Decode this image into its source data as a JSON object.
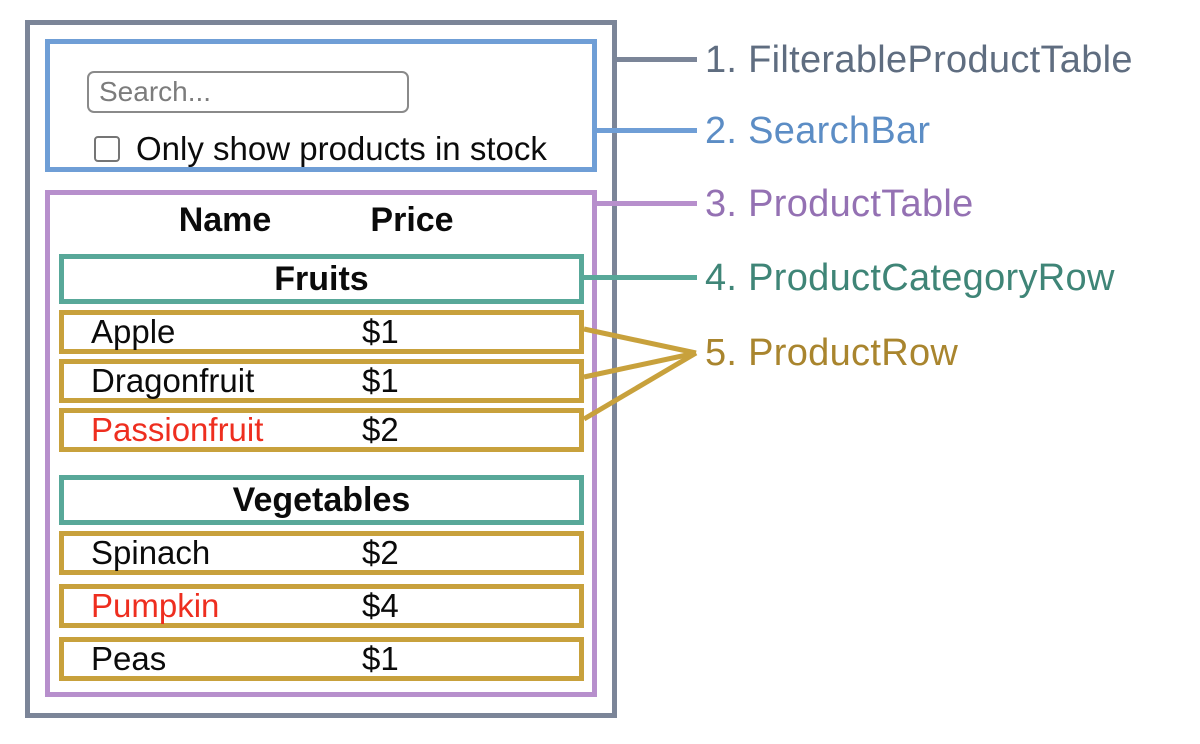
{
  "components": {
    "filterable_product_table": {
      "label": "1. FilterableProductTable",
      "text_color": "#5f6d80",
      "border_color": "#7b8598"
    },
    "search_bar": {
      "label": "2. SearchBar",
      "text_color": "#5c8dc5",
      "border_color": "#6f9ed6"
    },
    "product_table": {
      "label": "3. ProductTable",
      "text_color": "#9471b3",
      "border_color": "#b78fcc"
    },
    "product_category_row": {
      "label": "4. ProductCategoryRow",
      "text_color": "#3f8577",
      "border_color": "#58a899"
    },
    "product_row": {
      "label": "5. ProductRow",
      "text_color": "#a9852e",
      "border_color": "#c8a13c"
    }
  },
  "search_bar": {
    "placeholder": "Search...",
    "checkbox_label": "Only show products in stock",
    "checkbox_checked": false
  },
  "table": {
    "name_header": "Name",
    "price_header": "Price",
    "sections": [
      {
        "category": "Fruits",
        "rows": [
          {
            "name": "Apple",
            "price": "$1",
            "out_of_stock": false
          },
          {
            "name": "Dragonfruit",
            "price": "$1",
            "out_of_stock": false
          },
          {
            "name": "Passionfruit",
            "price": "$2",
            "out_of_stock": true
          }
        ]
      },
      {
        "category": "Vegetables",
        "rows": [
          {
            "name": "Spinach",
            "price": "$2",
            "out_of_stock": false
          },
          {
            "name": "Pumpkin",
            "price": "$4",
            "out_of_stock": true
          },
          {
            "name": "Peas",
            "price": "$1",
            "out_of_stock": false
          }
        ]
      }
    ]
  },
  "colors": {
    "out_of_stock_text": "#ee2e1f",
    "body_text": "#0b0b0b",
    "input_border": "#8a8a8a"
  }
}
